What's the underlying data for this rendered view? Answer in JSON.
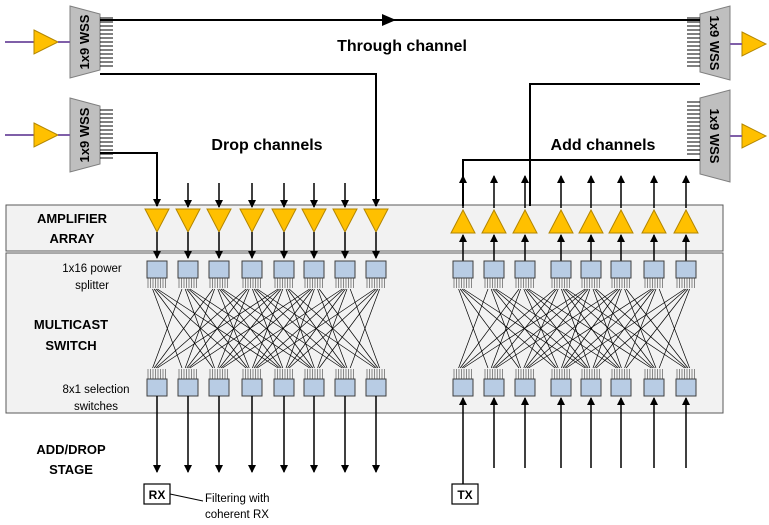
{
  "wss": {
    "in_top": "1x9 WSS",
    "in_bottom": "1x9 WSS",
    "out_top": "1x9 WSS",
    "out_bottom": "1x9 WSS"
  },
  "labels": {
    "through": "Through channel",
    "drop": "Drop channels",
    "add": "Add channels",
    "amp_line1": "AMPLIFIER",
    "amp_line2": "ARRAY",
    "splitter_line1": "1x16 power",
    "splitter_line2": "splitter",
    "mcs_line1": "MULTICAST",
    "mcs_line2": "SWITCH",
    "sel_line1": "8x1 selection",
    "sel_line2": "switches",
    "stage_line1": "ADD/DROP",
    "stage_line2": "STAGE",
    "rx": "RX",
    "tx": "TX",
    "filter_line1": "Filtering with",
    "filter_line2": "coherent RX"
  },
  "colors": {
    "amp_fill": "#ffc000",
    "amp_stroke": "#b38600",
    "fiber": "#7f5fa8",
    "wss_fill": "#bfbfbf",
    "box_fill": "#b8cce4",
    "line": "#000000"
  }
}
